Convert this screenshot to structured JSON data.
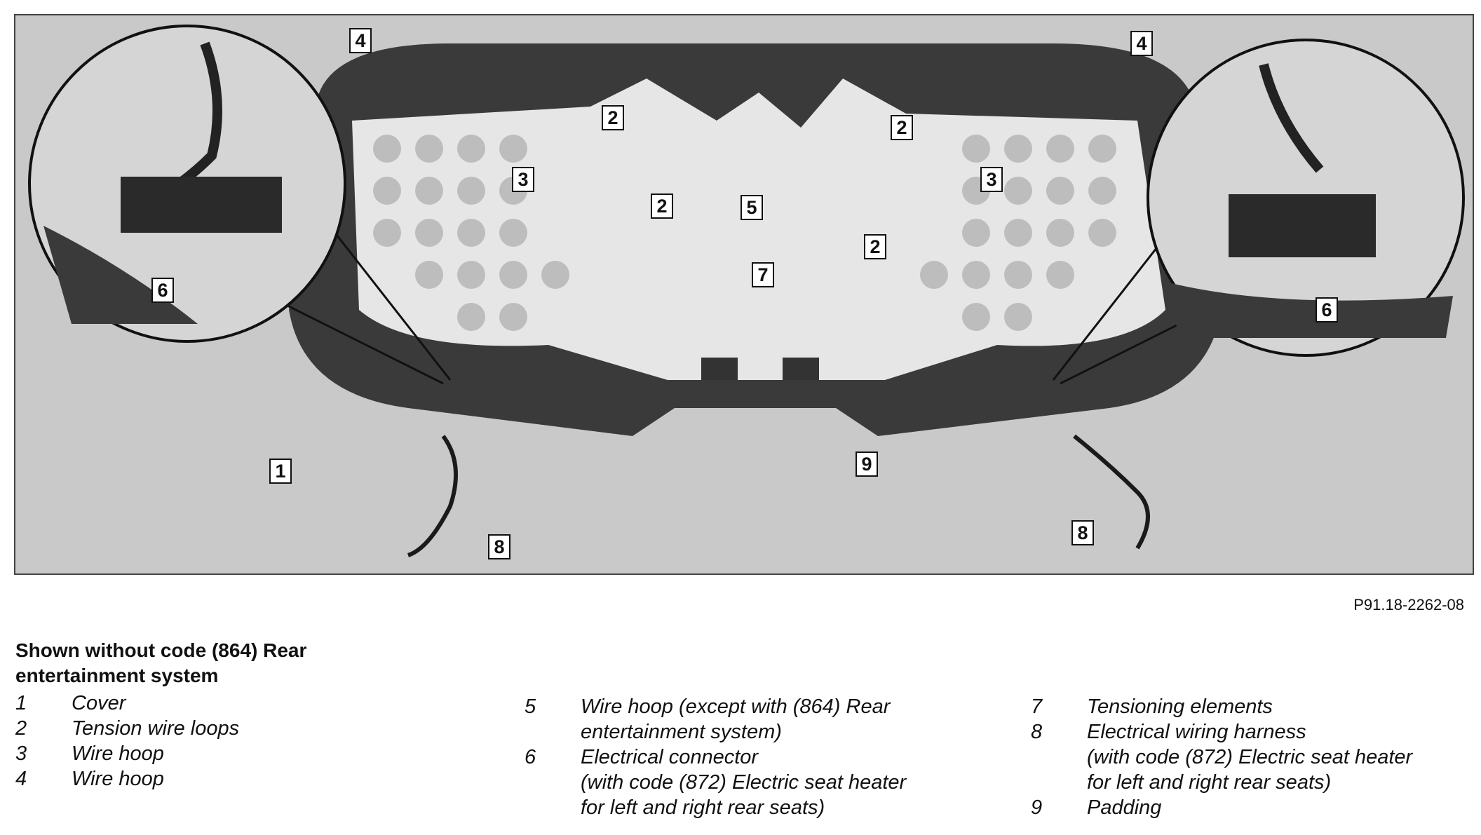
{
  "figure": {
    "reference": "P91.18-2262-08",
    "callouts": [
      "4",
      "4",
      "2",
      "2",
      "3",
      "3",
      "2",
      "2",
      "5",
      "7",
      "6",
      "6",
      "1",
      "9",
      "8",
      "8"
    ]
  },
  "legend": {
    "heading": "Shown without code (864) Rear entertainment system",
    "columns": [
      [
        {
          "num": "1",
          "text": "Cover"
        },
        {
          "num": "2",
          "text": "Tension wire loops"
        },
        {
          "num": "3",
          "text": "Wire hoop"
        },
        {
          "num": "4",
          "text": "Wire hoop"
        }
      ],
      [
        {
          "num": "5",
          "text": "Wire hoop (except with (864) Rear\nentertainment system)"
        },
        {
          "num": "6",
          "text": "Electrical connector\n(with code (872) Electric seat heater\nfor left and right rear seats)"
        }
      ],
      [
        {
          "num": "7",
          "text": "Tensioning elements"
        },
        {
          "num": "8",
          "text": "Electrical wiring harness\n(with code (872) Electric seat heater\nfor left and right rear seats)"
        },
        {
          "num": "9",
          "text": "Padding"
        }
      ]
    ]
  }
}
